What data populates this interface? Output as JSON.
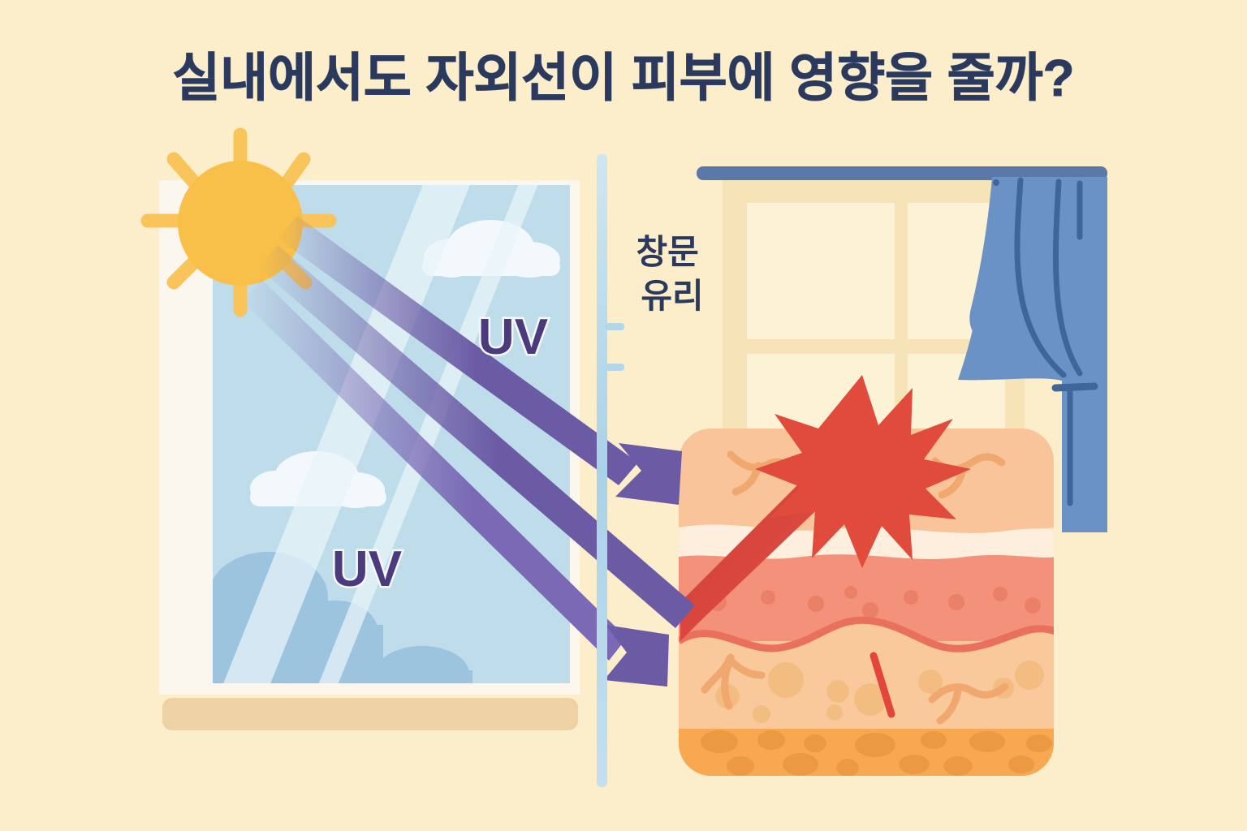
{
  "page": {
    "title": "실내에서도 자외선이 피부에 영향을 줄까?",
    "background_color": "#fdeecb",
    "title_color": "#2b3a5c"
  },
  "labels": {
    "window_glass_line1": "창문",
    "window_glass_line2": "유리",
    "uv_outer": "UV",
    "uv_inner": "UV",
    "label_color": "#2b3a5c",
    "uv_text_color": "#4c3a7e"
  },
  "colors": {
    "sun": "#f8c048",
    "sun_ray": "#f9c459",
    "sky": "#bfdcea",
    "cloud_white": "#f2f8fb",
    "cloud_blue": "#9cc4de",
    "window_frame": "#fbf7ef",
    "window_sill": "#edd2a3",
    "glass_divider": "#b3d7e8",
    "uv_ray": "#6b5ba5",
    "uv_ray_light": "#8e7ec0",
    "interior_wall": "#f6e4b8",
    "interior_pane": "#fcf2d6",
    "interior_mullion": "#eed9a8",
    "curtain_rod": "#5b79a8",
    "curtain": "#6b92c4",
    "curtain_fold": "#3f6699",
    "burst_red": "#e04b3c",
    "red_ray": "#d93b33",
    "skin_epidermis": "#f9c49a",
    "skin_band": "#fdeedd",
    "skin_dermis": "#f4917a",
    "skin_dermis_dot": "#eb8068",
    "skin_deep": "#f9c99c",
    "skin_deep_dot": "#f3bd82",
    "skin_fat": "#f7a851",
    "skin_fat_dot": "#eb9a42",
    "vessel": "#f0a86f",
    "capillary_red": "#e2463b"
  },
  "scene": {
    "sun_rays_count": 8,
    "uv_rays_count": 3,
    "skin_layers": [
      "epidermis",
      "basal-band",
      "dermis",
      "deep-dermis",
      "subcutaneous-fat"
    ],
    "burst_points": 10
  }
}
